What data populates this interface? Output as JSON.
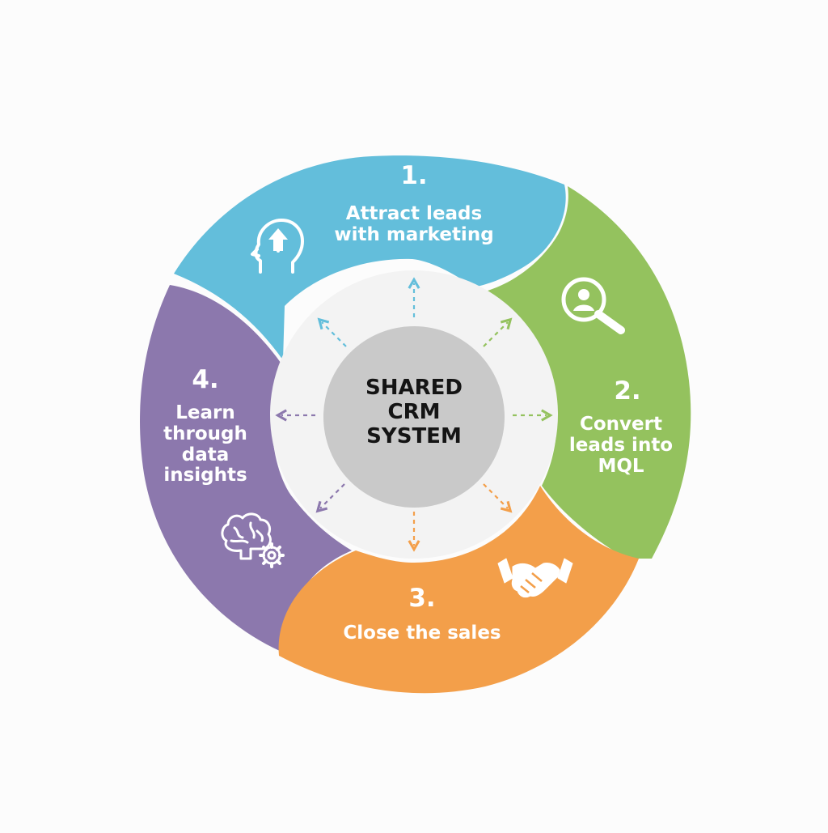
{
  "center": {
    "line1": "SHARED",
    "line2": "CRM",
    "line3": "SYSTEM"
  },
  "steps": [
    {
      "number": "1.",
      "lines": [
        "Attract leads",
        "with marketing"
      ],
      "icon": "head-arrow-icon",
      "color": "#63bedb"
    },
    {
      "number": "2.",
      "lines": [
        "Convert",
        "leads into",
        "MQL"
      ],
      "icon": "search-user-icon",
      "color": "#94c25e"
    },
    {
      "number": "3.",
      "lines": [
        "Close the sales"
      ],
      "icon": "handshake-icon",
      "color": "#f39f4a"
    },
    {
      "number": "4.",
      "lines": [
        "Learn",
        "through",
        "data",
        "insights"
      ],
      "icon": "brain-gear-icon",
      "color": "#8c78ad"
    }
  ],
  "colors": {
    "blue": "#63bedb",
    "green": "#94c25e",
    "orange": "#f39f4a",
    "purple": "#8c78ad",
    "center_disc": "#c9c9c9",
    "center_ring": "#f3f3f3"
  }
}
